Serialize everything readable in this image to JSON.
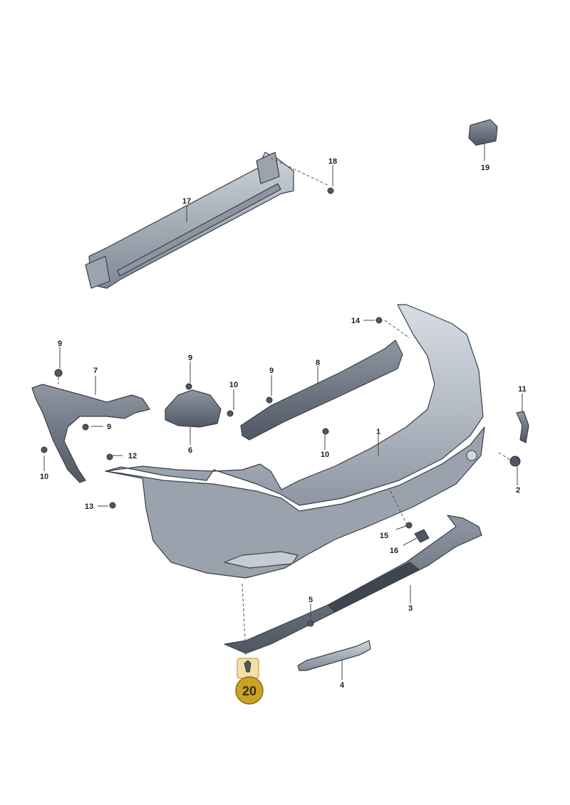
{
  "callouts": [
    {
      "num": "1"
    },
    {
      "num": "2"
    },
    {
      "num": "3"
    },
    {
      "num": "4"
    },
    {
      "num": "5"
    },
    {
      "num": "6"
    },
    {
      "num": "7"
    },
    {
      "num": "8"
    },
    {
      "num": "9"
    },
    {
      "num": "9"
    },
    {
      "num": "9"
    },
    {
      "num": "9"
    },
    {
      "num": "10"
    },
    {
      "num": "10"
    },
    {
      "num": "10"
    },
    {
      "num": "11"
    },
    {
      "num": "12"
    },
    {
      "num": "13"
    },
    {
      "num": "14"
    },
    {
      "num": "15"
    },
    {
      "num": "16"
    },
    {
      "num": "17"
    },
    {
      "num": "18"
    },
    {
      "num": "19"
    }
  ],
  "badge": {
    "num": "20",
    "color": "#c9a227",
    "tag_color": "#f3dfa8"
  },
  "colors": {
    "part_fill": "#aab2bd",
    "part_dark": "#6f7884",
    "part_light": "#d4d9df",
    "bumper_fill": "#b9c0c9"
  }
}
